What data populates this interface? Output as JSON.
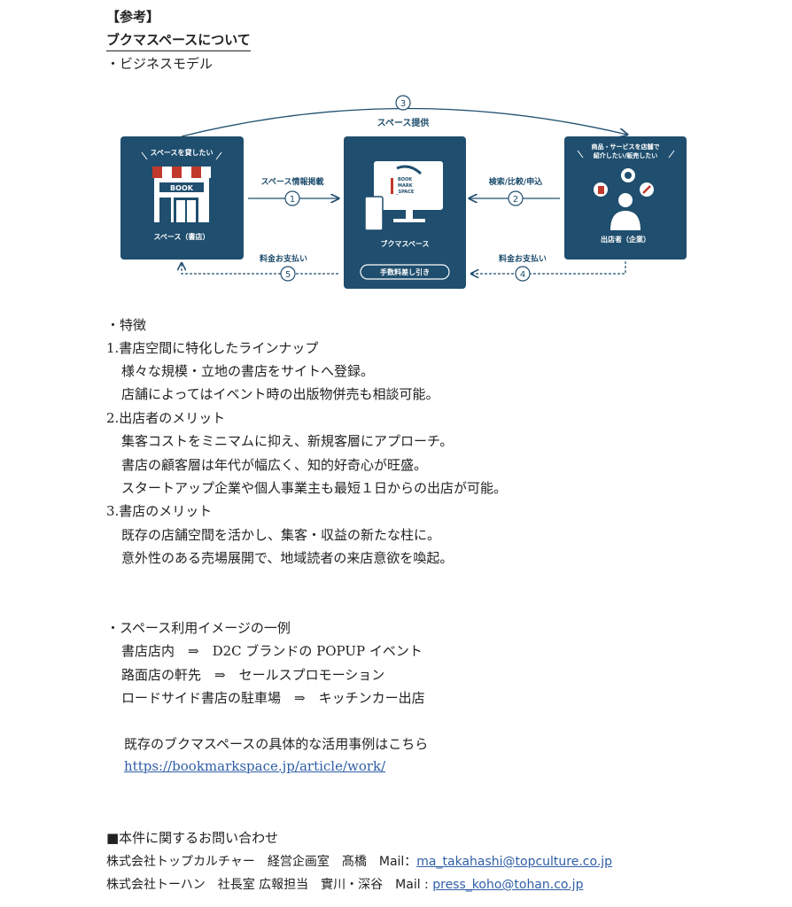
{
  "header": {
    "sankou": "【参考】",
    "title": "ブクマスペースについて",
    "model_heading": "・ビジネスモデル"
  },
  "diagram": {
    "left_box": {
      "top_label": "スペースを貸したい",
      "sign": "BOOK",
      "label": "スペース（書店）"
    },
    "center_box": {
      "logo_lines": [
        "BOOK",
        "MARK",
        "_SPACE"
      ],
      "label": "ブクマスペース",
      "fee_pill": "手数料差し引き"
    },
    "right_box": {
      "top_label_1": "商品・サービスを店舗で",
      "top_label_2": "紹介したい/販売したい",
      "label": "出店者（企業）"
    },
    "arrows": {
      "a1": {
        "num": "1",
        "label": "スペース情報掲載"
      },
      "a2": {
        "num": "2",
        "label": "検索/比較/申込"
      },
      "a3": {
        "num": "3",
        "label": "スペース提供"
      },
      "a4": {
        "num": "4",
        "label": "料金お支払い"
      },
      "a5": {
        "num": "5",
        "label": "料金お支払い"
      }
    },
    "colors": {
      "navy": "#1f4e6e",
      "accent_red": "#c0392b",
      "white": "#ffffff"
    }
  },
  "features": {
    "heading": "・特徴",
    "items": [
      {
        "title": "1.書店空間に特化したラインナップ",
        "lines": [
          "様々な規模・立地の書店をサイトへ登録。",
          "店舗によってはイベント時の出版物併売も相談可能。"
        ]
      },
      {
        "title": "2.出店者のメリット",
        "lines": [
          "集客コストをミニマムに抑え、新規客層にアプローチ。",
          "書店の顧客層は年代が幅広く、知的好奇心が旺盛。",
          "スタートアップ企業や個人事業主も最短１日からの出店が可能。"
        ]
      },
      {
        "title": "3.書店のメリット",
        "lines": [
          "既存の店舗空間を活かし、集客・収益の新たな柱に。",
          "意外性のある売場展開で、地域読者の来店意欲を喚起。"
        ]
      }
    ]
  },
  "examples": {
    "heading": "・スペース利用イメージの一例",
    "lines": [
      "書店店内　⇒　D2C ブランドの POPUP イベント",
      "路面店の軒先　⇒　セールスプロモーション",
      "ロードサイド書店の駐車場　⇒　キッチンカー出店"
    ],
    "cases_text": "既存のブクマスペースの具体的な活用事例はこちら",
    "cases_link": "https://bookmarkspace.jp/article/work/"
  },
  "contact": {
    "heading": "■本件に関するお問い合わせ",
    "line1_prefix": "株式会社トップカルチャー　経営企画室　髙橋　Mail：",
    "line1_mail": "ma_takahashi@topculture.co.jp",
    "line2_prefix": "株式会社トーハン　社長室 広報担当　實川・深谷　Mail : ",
    "line2_mail": "press_koho@tohan.co.jp"
  }
}
